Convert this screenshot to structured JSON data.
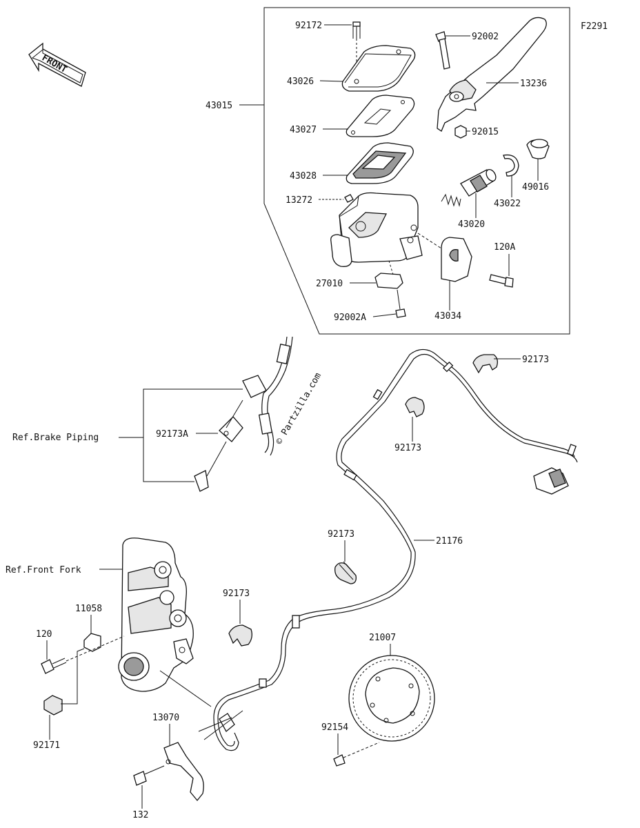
{
  "figure_code": "F2291",
  "watermark": "© Partzilla.com",
  "front_label": "FRONT",
  "refs": {
    "brake_piping": "Ref.Brake Piping",
    "front_fork": "Ref.Front Fork"
  },
  "parts": {
    "p92172": "92172",
    "p92002": "92002",
    "p43026": "43026",
    "p13236": "13236",
    "p43015": "43015",
    "p43027": "43027",
    "p92015": "92015",
    "p43028": "43028",
    "p49016": "49016",
    "p43022": "43022",
    "p13272": "13272",
    "p43020": "43020",
    "p120A": "120A",
    "p27010": "27010",
    "p92002A": "92002A",
    "p43034": "43034",
    "p92173a": "92173",
    "p92173b": "92173",
    "p92173A": "92173A",
    "p92173c": "92173",
    "p21176": "21176",
    "p92173d": "92173",
    "p11058": "11058",
    "p120": "120",
    "p21007": "21007",
    "p92171": "92171",
    "p13070": "13070",
    "p92154": "92154",
    "p132": "132"
  }
}
